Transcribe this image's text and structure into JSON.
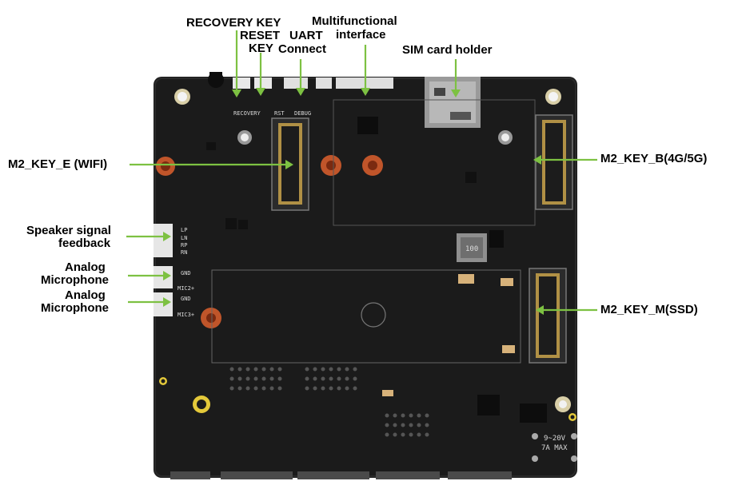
{
  "labels": {
    "recovery_key": "RECOVERY KEY",
    "reset_key_line1": "RESET",
    "reset_key_line2": "KEY",
    "uart_line1": "UART",
    "uart_line2": "Connect",
    "multi_line1": "Multifunctional",
    "multi_line2": "interface",
    "sim": "SIM card holder",
    "m2_key_e": "M2_KEY_E  (WIFI)",
    "m2_key_b": "M2_KEY_B(4G/5G)",
    "speaker_line1": "Speaker signal",
    "speaker_line2": "feedback",
    "mic1_line1": "Analog",
    "mic1_line2": "Microphone",
    "mic2_line1": "Analog",
    "mic2_line2": "Microphone",
    "m2_key_m": "M2_KEY_M(SSD)"
  },
  "silkscreen": {
    "recovery": "RECOVERY",
    "rst": "RST",
    "debug": "DEBUG",
    "lp": "LP",
    "ln": "LN",
    "rp": "RP",
    "rn": "RN",
    "gnd1": "GND",
    "mic2": "MIC2+",
    "gnd2": "GND",
    "mic3": "MIC3+",
    "power1": "9~20V",
    "power2": "7A MAX",
    "inductor": "100"
  },
  "colors": {
    "board": "#1b1b1b",
    "callout": "#7dc142",
    "gold": "#c8a24a",
    "copper": "#c0552a"
  }
}
